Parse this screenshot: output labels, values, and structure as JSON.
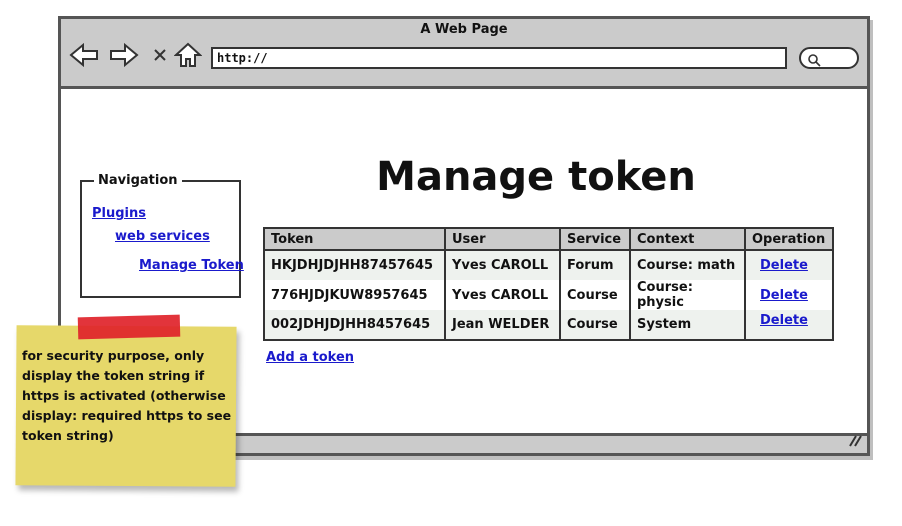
{
  "window": {
    "title": "A Web Page",
    "address": "http://"
  },
  "navigation": {
    "legend": "Navigation",
    "items": [
      {
        "label": "Plugins"
      },
      {
        "label": "web services"
      },
      {
        "label": "Manage Token"
      }
    ]
  },
  "page": {
    "title": "Manage token",
    "add_link": "Add a token"
  },
  "table": {
    "headers": [
      "Token",
      "User",
      "Service",
      "Context",
      "Operation"
    ],
    "rows": [
      {
        "token": "HKJDHJDJHH87457645",
        "user": "Yves CAROLL",
        "service": "Forum",
        "context": "Course: math",
        "operation": "Delete"
      },
      {
        "token": "776HJDJKUW8957645",
        "user": "Yves CAROLL",
        "service": "Course",
        "context": "Course: physic",
        "operation": "Delete"
      },
      {
        "token": "002JDHJDJHH8457645",
        "user": "Jean WELDER",
        "service": "Course",
        "context": "System",
        "operation": "Delete"
      }
    ]
  },
  "sticky_note": {
    "text": "for security purpose, only display the token string if https is activated (otherwise display: required https to see token string)"
  },
  "colors": {
    "frame": "#555555",
    "chrome": "#cbcbcb",
    "link": "#1a1acc",
    "sticky": "#e6d86a",
    "tape": "#e0232a"
  },
  "icons": [
    "back-arrow-icon",
    "forward-arrow-icon",
    "close-icon",
    "home-icon",
    "search-icon",
    "resize-grip-icon"
  ]
}
